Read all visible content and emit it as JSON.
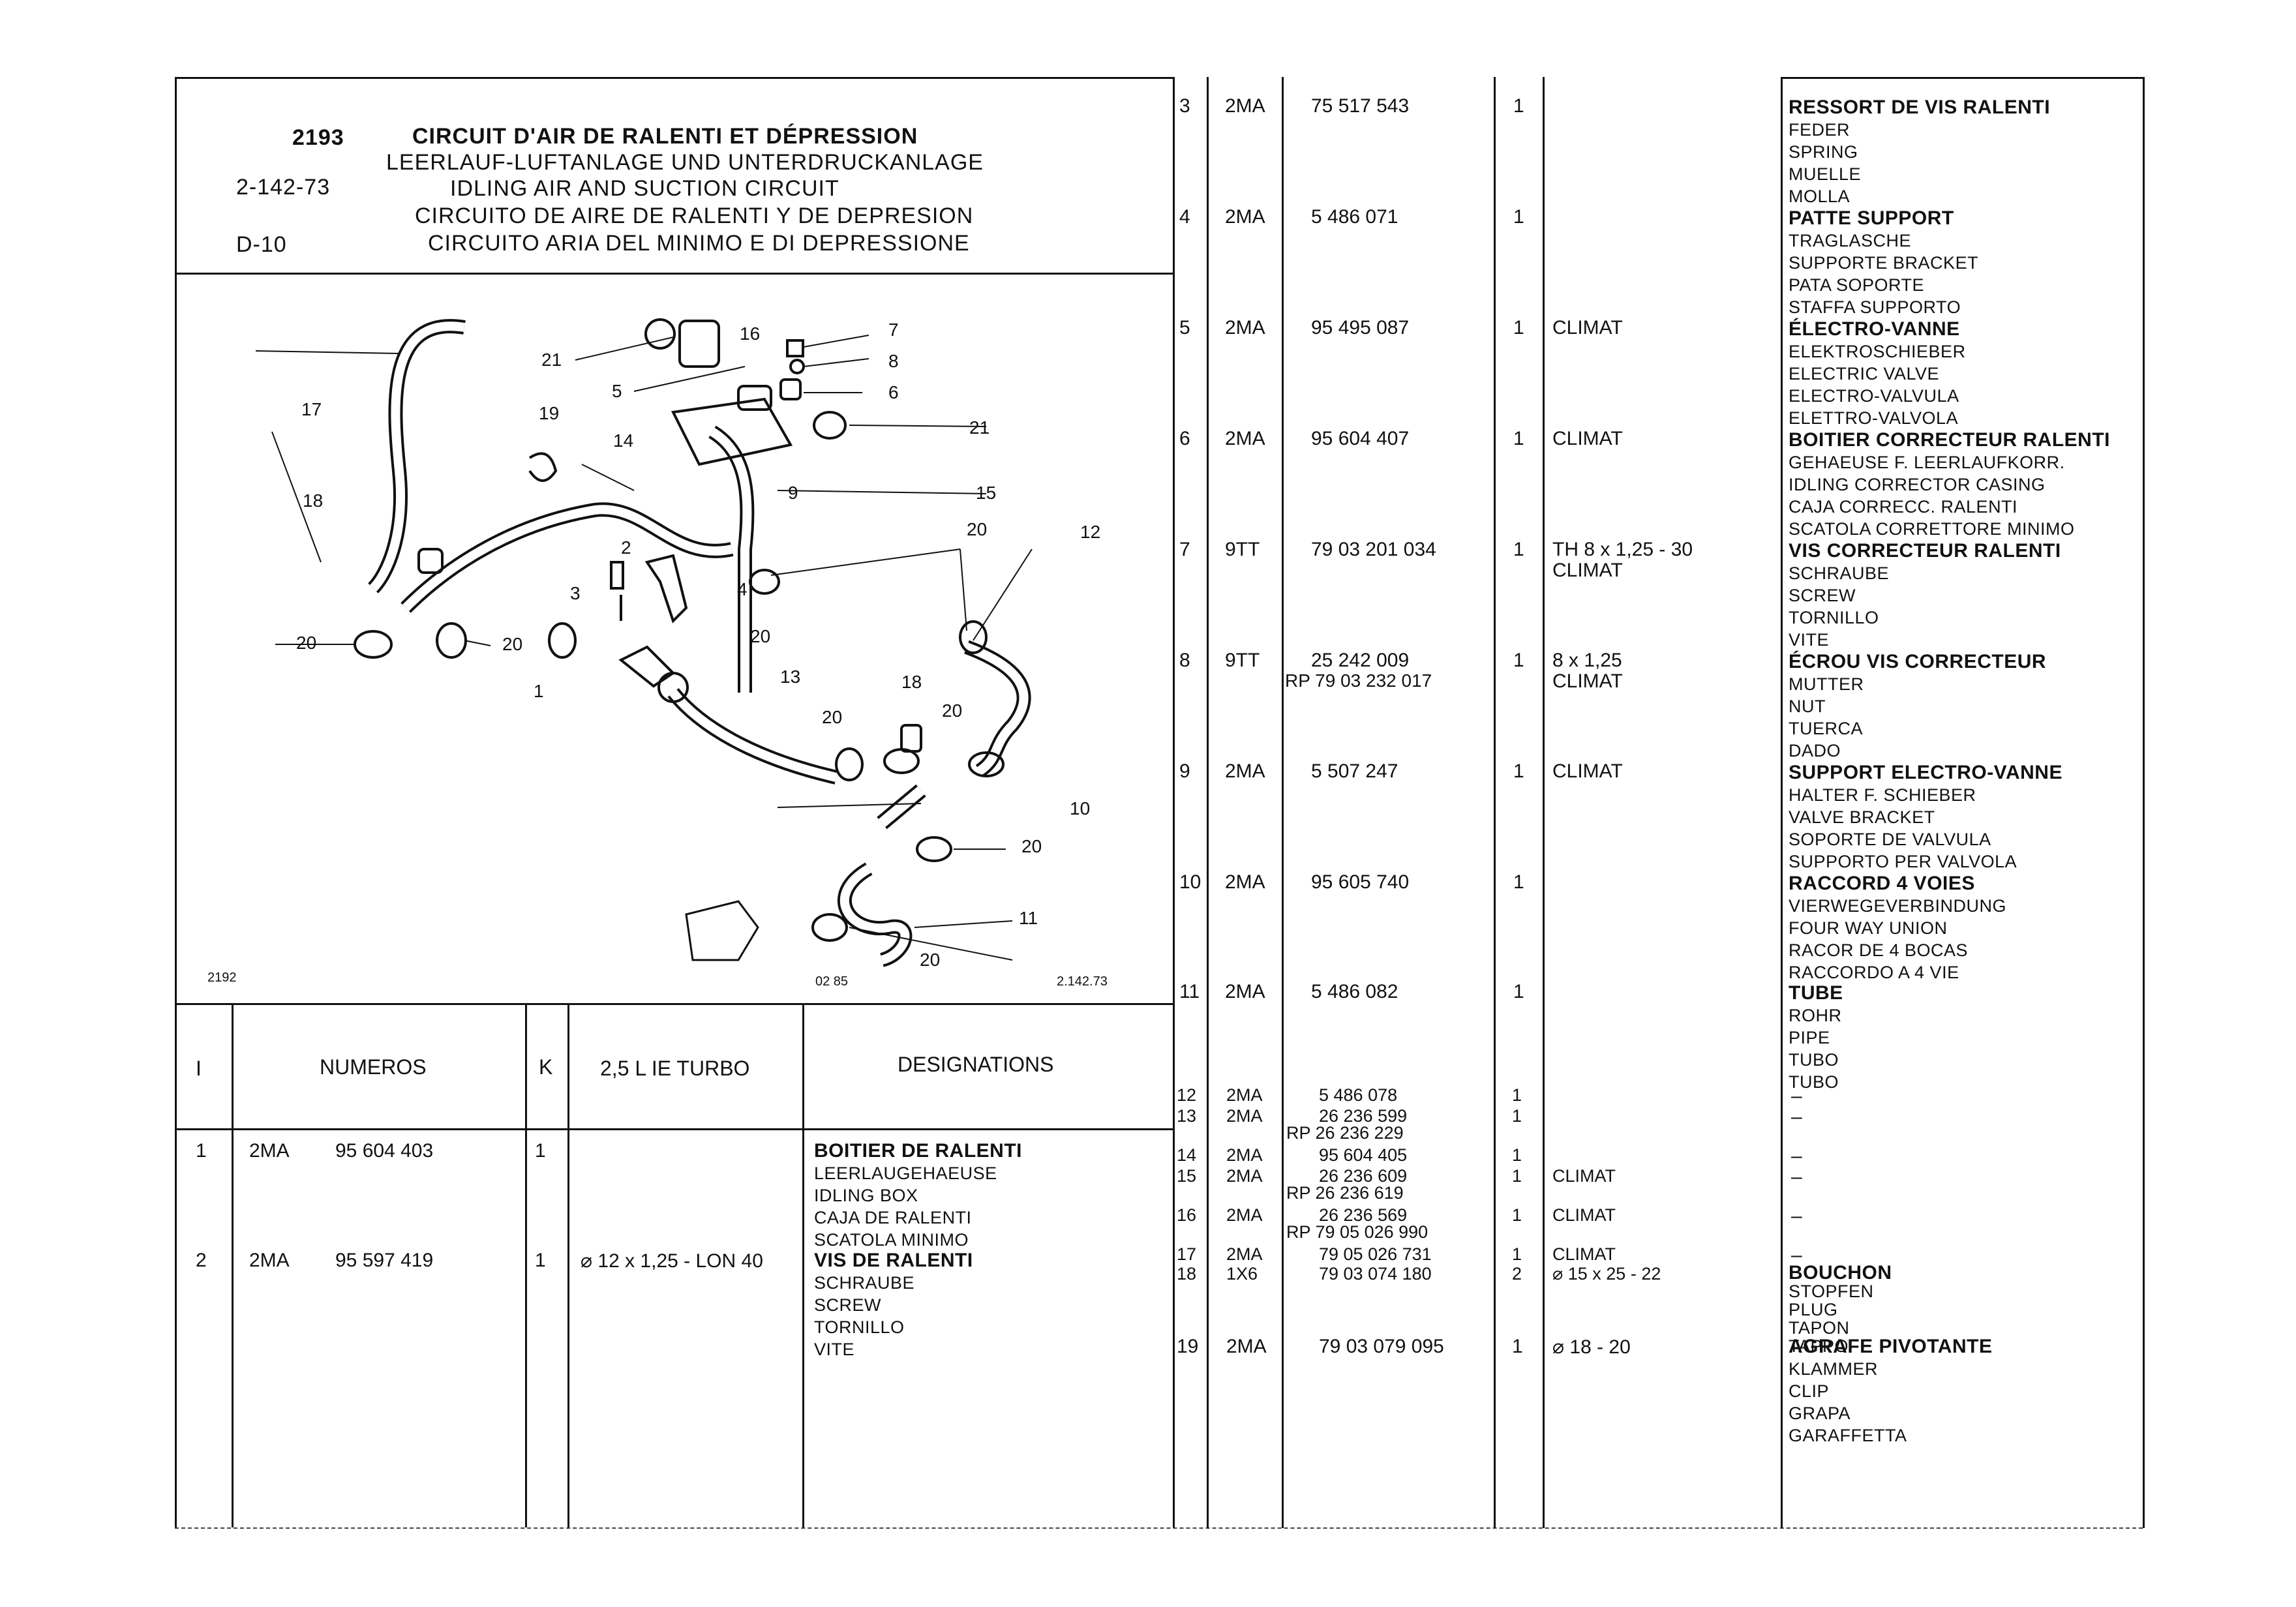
{
  "header": {
    "num": "2193",
    "code": "2-142-73",
    "ref": "D-10",
    "title_fr": "CIRCUIT D'AIR DE RALENTI ET DÉPRESSION",
    "title_de": "LEERLAUF-LUFTANLAGE UND UNTERDRUCKANLAGE",
    "title_en": "IDLING AIR AND SUCTION CIRCUIT",
    "title_es": "CIRCUITO DE AIRE DE RALENTI Y DE DEPRESION",
    "title_it": "CIRCUITO ARIA DEL MINIMO E DI DEPRESSIONE"
  },
  "diagram": {
    "corner_left": "2192",
    "date": "02 85",
    "corner_right": "2.142.73",
    "callouts": [
      "1",
      "2",
      "3",
      "4",
      "5",
      "6",
      "7",
      "8",
      "9",
      "10",
      "11",
      "12",
      "13",
      "14",
      "15",
      "16",
      "17",
      "18",
      "19",
      "20",
      "21"
    ]
  },
  "left_table": {
    "headers": {
      "i": "I",
      "numeros": "NUMEROS",
      "k": "K",
      "engine": "2,5 L IE TURBO",
      "designations": "DESIGNATIONS"
    },
    "rows": [
      {
        "i": "1",
        "prefix": "2MA",
        "number": "95 604 403",
        "k": "1",
        "spec": "",
        "desig": [
          "BOITIER DE RALENTI",
          "LEERLAUGEHAEUSE",
          "IDLING BOX",
          "CAJA DE RALENTI",
          "SCATOLA MINIMO"
        ]
      },
      {
        "i": "2",
        "prefix": "2MA",
        "number": "95 597 419",
        "k": "1",
        "spec": "⌀ 12 x 1,25 - LON 40",
        "desig": [
          "VIS DE RALENTI",
          "SCHRAUBE",
          "SCREW",
          "TORNILLO",
          "VITE"
        ]
      }
    ]
  },
  "right_table": {
    "rows": [
      {
        "i": "3",
        "prefix": "2MA",
        "number": "75 517 543",
        "k": "1",
        "spec": "",
        "desig": [
          "RESSORT DE VIS RALENTI",
          "FEDER",
          "SPRING",
          "MUELLE",
          "MOLLA"
        ]
      },
      {
        "i": "4",
        "prefix": "2MA",
        "number": "5 486 071",
        "k": "1",
        "spec": "",
        "desig": [
          "PATTE SUPPORT",
          "TRAGLASCHE",
          "SUPPORTE BRACKET",
          "PATA SOPORTE",
          "STAFFA SUPPORTO"
        ]
      },
      {
        "i": "5",
        "prefix": "2MA",
        "number": "95 495 087",
        "k": "1",
        "spec": "CLIMAT",
        "desig": [
          "ÉLECTRO-VANNE",
          "ELEKTROSCHIEBER",
          "ELECTRIC VALVE",
          "ELECTRO-VALVULA",
          "ELETTRO-VALVOLA"
        ]
      },
      {
        "i": "6",
        "prefix": "2MA",
        "number": "95 604 407",
        "k": "1",
        "spec": "CLIMAT",
        "desig": [
          "BOITIER CORRECTEUR RALENTI",
          "GEHAEUSE F. LEERLAUFKORR.",
          "IDLING CORRECTOR CASING",
          "CAJA CORRECC. RALENTI",
          "SCATOLA CORRETTORE MINIMO"
        ]
      },
      {
        "i": "7",
        "prefix": "9TT",
        "number": "79 03 201 034",
        "k": "1",
        "spec": "TH 8 x 1,25 - 30",
        "spec2": "CLIMAT",
        "desig": [
          "VIS CORRECTEUR RALENTI",
          "SCHRAUBE",
          "SCREW",
          "TORNILLO",
          "VITE"
        ]
      },
      {
        "i": "8",
        "prefix": "9TT",
        "number": "25 242 009",
        "number2": "RP 79 03 232 017",
        "k": "1",
        "spec": "8 x 1,25",
        "spec2": "CLIMAT",
        "desig": [
          "ÉCROU VIS CORRECTEUR",
          "MUTTER",
          "NUT",
          "TUERCA",
          "DADO"
        ]
      },
      {
        "i": "9",
        "prefix": "2MA",
        "number": "5 507 247",
        "k": "1",
        "spec": "CLIMAT",
        "desig": [
          "SUPPORT ELECTRO-VANNE",
          "HALTER F. SCHIEBER",
          "VALVE BRACKET",
          "SOPORTE DE VALVULA",
          "SUPPORTO PER VALVOLA"
        ]
      },
      {
        "i": "10",
        "prefix": "2MA",
        "number": "95 605 740",
        "k": "1",
        "spec": "",
        "desig": [
          "RACCORD 4 VOIES",
          "VIERWEGEVERBINDUNG",
          "FOUR WAY UNION",
          "RACOR DE 4 BOCAS",
          "RACCORDO A 4 VIE"
        ]
      },
      {
        "i": "11",
        "prefix": "2MA",
        "number": "5 486 082",
        "k": "1",
        "spec": "",
        "desig": [
          "TUBE",
          "ROHR",
          "PIPE",
          "TUBO",
          "TUBO"
        ]
      }
    ],
    "compact_rows": [
      {
        "i": "12",
        "prefix": "2MA",
        "number": "5 486 078",
        "k": "1",
        "spec": "",
        "desig": "–"
      },
      {
        "i": "13",
        "prefix": "2MA",
        "number": "26 236 599",
        "number2": "RP 26 236 229",
        "k": "1",
        "spec": "",
        "desig": "–"
      },
      {
        "i": "14",
        "prefix": "2MA",
        "number": "95 604 405",
        "k": "1",
        "spec": "",
        "desig": "–"
      },
      {
        "i": "15",
        "prefix": "2MA",
        "number": "26 236 609",
        "number2": "RP 26 236 619",
        "k": "1",
        "spec": "CLIMAT",
        "desig": "–"
      },
      {
        "i": "16",
        "prefix": "2MA",
        "number": "26 236 569",
        "number2": "RP 79 05 026 990",
        "k": "1",
        "spec": "CLIMAT",
        "desig": "–"
      },
      {
        "i": "17",
        "prefix": "2MA",
        "number": "79 05 026 731",
        "k": "1",
        "spec": "CLIMAT",
        "desig": "–"
      },
      {
        "i": "18",
        "prefix": "1X6",
        "number": "79 03 074 180",
        "k": "2",
        "spec": "⌀ 15 x 25 - 22",
        "desig": [
          "BOUCHON",
          "STOPFEN",
          "PLUG",
          "TAPON",
          "TAPPO"
        ]
      },
      {
        "i": "19",
        "prefix": "2MA",
        "number": "79 03 079 095",
        "k": "1",
        "spec": "⌀ 18 - 20",
        "desig": [
          "AGRAFE PIVOTANTE",
          "KLAMMER",
          "CLIP",
          "GRAPA",
          "GARAFFETTA"
        ]
      }
    ]
  }
}
